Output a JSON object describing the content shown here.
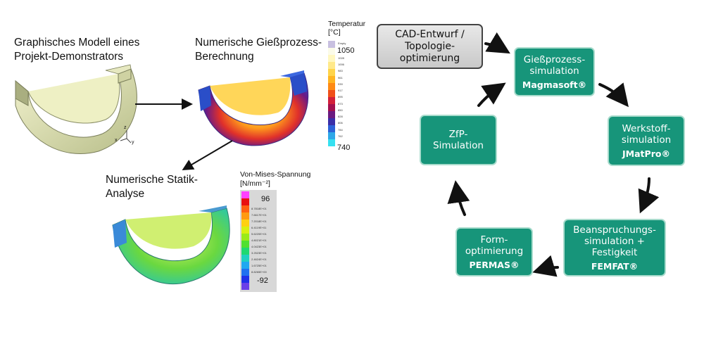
{
  "left": {
    "model_caption": "Graphisches Modell eines\nProjekt-Demonstrators",
    "casting_caption": "Numerische Gießprozess-\nBerechnung",
    "statics_caption": "Numerische Statik-\nAnalyse",
    "axis_labels": {
      "z": "z",
      "x": "x",
      "y": "y"
    },
    "temperature_scale": {
      "title": "Temperatur\n[°C]",
      "top_label": "Empty",
      "max": "1050",
      "min": "740",
      "ticks": [
        "1050",
        "1028",
        "1006",
        "983",
        "961",
        "939",
        "917",
        "895",
        "873",
        "850",
        "828",
        "806",
        "784",
        "762",
        "740"
      ],
      "colors": [
        "#c8c0e0",
        "#fbfbe8",
        "#fff7c0",
        "#ffe98a",
        "#ffd44a",
        "#ffb522",
        "#ff8a14",
        "#f0501a",
        "#d3203a",
        "#a3104e",
        "#6b1a80",
        "#3a2ea8",
        "#2c62d8",
        "#2ea8e8",
        "#36e0f0"
      ]
    },
    "stress_scale": {
      "title": "Von-Mises-Spannung",
      "unit": "[N/mm⁻²]",
      "max": "96",
      "min": "-92",
      "ticks": [
        "8.7818E+01",
        "7.6617E+01",
        "7.2018E+01",
        "6.4119E+01",
        "5.6220E+01",
        "4.8021E+01",
        "4.0423E+01",
        "3.2523E+01",
        "2.4624E+01",
        "1.6725E+01",
        "8.8265E+00"
      ],
      "colors": [
        "#ff40ff",
        "#e81010",
        "#ff6010",
        "#ff9a10",
        "#ffd010",
        "#d8f010",
        "#9aea18",
        "#50e030",
        "#20d870",
        "#20d0c0",
        "#20a8f0",
        "#2070f0",
        "#2030e8",
        "#6a40e8"
      ]
    }
  },
  "cycle": {
    "cad": {
      "line1": "CAD-Entwurf /\nTopologie-\noptimierung"
    },
    "casting": {
      "title": "Gießprozess-\nsimulation",
      "tool": "Magmasoft®"
    },
    "material": {
      "title": "Werkstoff-\nsimulation",
      "tool": "JMatPro®"
    },
    "stress": {
      "title": "Beanspruchungs-\nsimulation +\nFestigkeit",
      "tool": "FEMFAT®"
    },
    "form": {
      "title": "Form-\noptimierung",
      "tool": "PERMAS®"
    },
    "ndt": {
      "title": "ZfP-\nSimulation"
    }
  }
}
